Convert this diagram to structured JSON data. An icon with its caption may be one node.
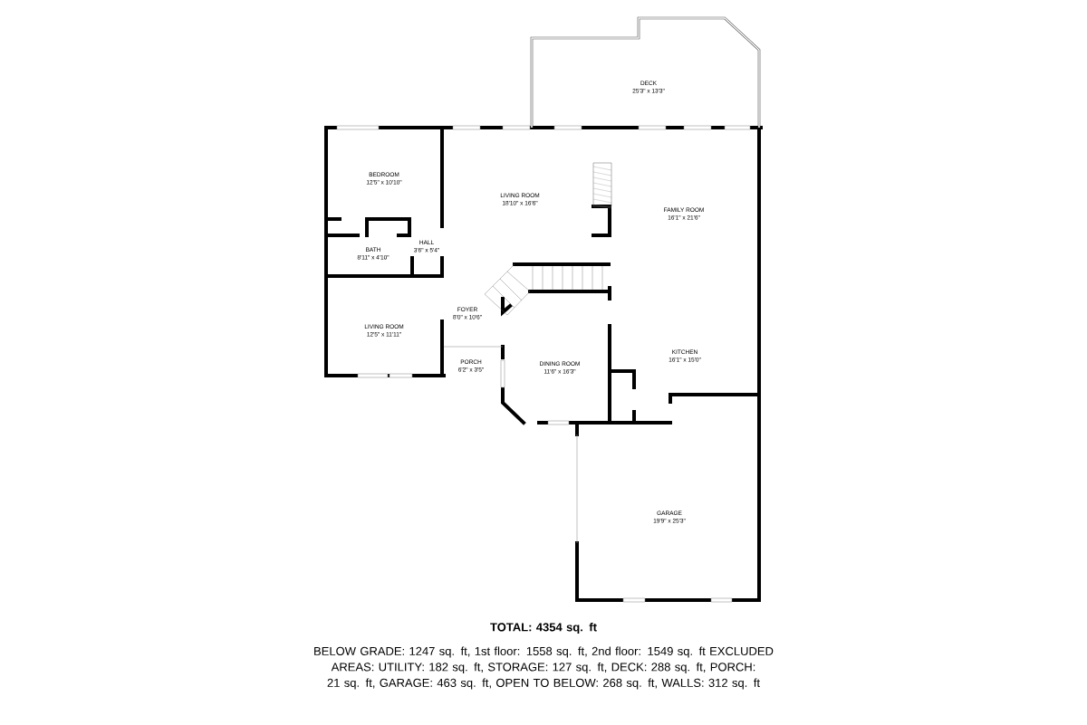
{
  "diagram": {
    "nodes": [
      {
        "text": [
          "DECK",
          "25'3\" x 13'3\""
        ]
      },
      {
        "text": [
          "BEDROOM",
          "12'5\" x 10'10\""
        ]
      },
      {
        "text": [
          "LIVING ROOM",
          "18'10\" x 16'6\""
        ]
      },
      {
        "text": [
          "FAMILY ROOM",
          "16'1\" x 21'6\""
        ]
      },
      {
        "text": [
          "BATH",
          "8'11\" x 4'10\""
        ]
      },
      {
        "text": [
          "HALL",
          "3'6\" x 5'4\""
        ]
      },
      {
        "text": [
          "FOYER",
          "8'0\" x 10'6\""
        ]
      },
      {
        "text": [
          "LIVING ROOM",
          "12'5\" x 11'11\""
        ]
      },
      {
        "text": [
          "PORCH",
          "6'2\" x 3'5\""
        ]
      },
      {
        "text": [
          "DINING ROOM",
          "11'6\" x 16'3\""
        ]
      },
      {
        "text": [
          "KITCHEN",
          "16'1\" x 15'0\""
        ]
      },
      {
        "text": [
          "GARAGE",
          "19'9\" x 25'3\""
        ]
      }
    ],
    "labels": [
      "TOTAL: 4354 sq. ft",
      "BELOW GRADE: 1247 sq. ft, 1st floor: 1558 sq. ft, 2nd floor: 1549 sq. ft EXCLUDED AREAS: UTILITY: 182 sq. ft, STORAGE: 127 sq. ft, DECK: 288 sq. ft, PORCH: 21 sq. ft, GARAGE: 463 sq. ft, OPEN TO BELOW: 268 sq. ft, WALLS: 312 sq. ft"
    ]
  }
}
